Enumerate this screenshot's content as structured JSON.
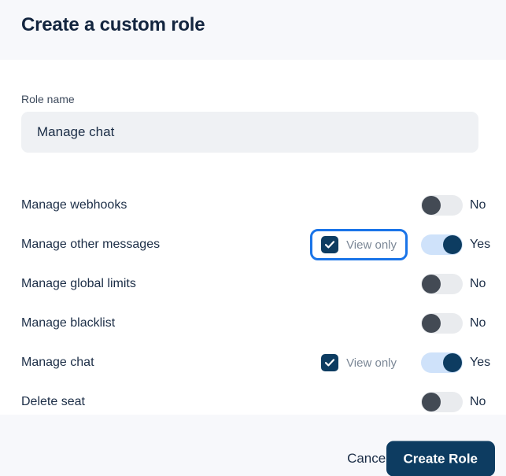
{
  "header": {
    "title": "Create a custom role"
  },
  "form": {
    "role_name": {
      "label": "Role name",
      "value": "Manage chat",
      "placeholder": "Role name"
    }
  },
  "permissions": {
    "view_only_label": "View only",
    "rows": [
      {
        "label": "Manage webhooks",
        "has_view_only": false,
        "view_only_checked": false,
        "view_only_focused": false,
        "enabled": false,
        "state_text": "No"
      },
      {
        "label": "Manage other messages",
        "has_view_only": true,
        "view_only_checked": true,
        "view_only_focused": true,
        "enabled": true,
        "state_text": "Yes"
      },
      {
        "label": "Manage global limits",
        "has_view_only": false,
        "view_only_checked": false,
        "view_only_focused": false,
        "enabled": false,
        "state_text": "No"
      },
      {
        "label": "Manage blacklist",
        "has_view_only": false,
        "view_only_checked": false,
        "view_only_focused": false,
        "enabled": false,
        "state_text": "No"
      },
      {
        "label": "Manage chat",
        "has_view_only": true,
        "view_only_checked": true,
        "view_only_focused": false,
        "enabled": true,
        "state_text": "Yes"
      },
      {
        "label": "Delete seat",
        "has_view_only": false,
        "view_only_checked": false,
        "view_only_focused": false,
        "enabled": false,
        "state_text": "No"
      }
    ]
  },
  "footer": {
    "cancel_label": "Cancel",
    "submit_label": "Create Role"
  },
  "colors": {
    "header_bg": "#f7f8fb",
    "navy": "#0d3c61",
    "focus_ring": "#1a74e8",
    "toggle_on_track": "#cfe2fa",
    "toggle_off_track": "#e9ebee",
    "toggle_off_knob": "#434a54",
    "input_bg": "#eff1f4"
  }
}
